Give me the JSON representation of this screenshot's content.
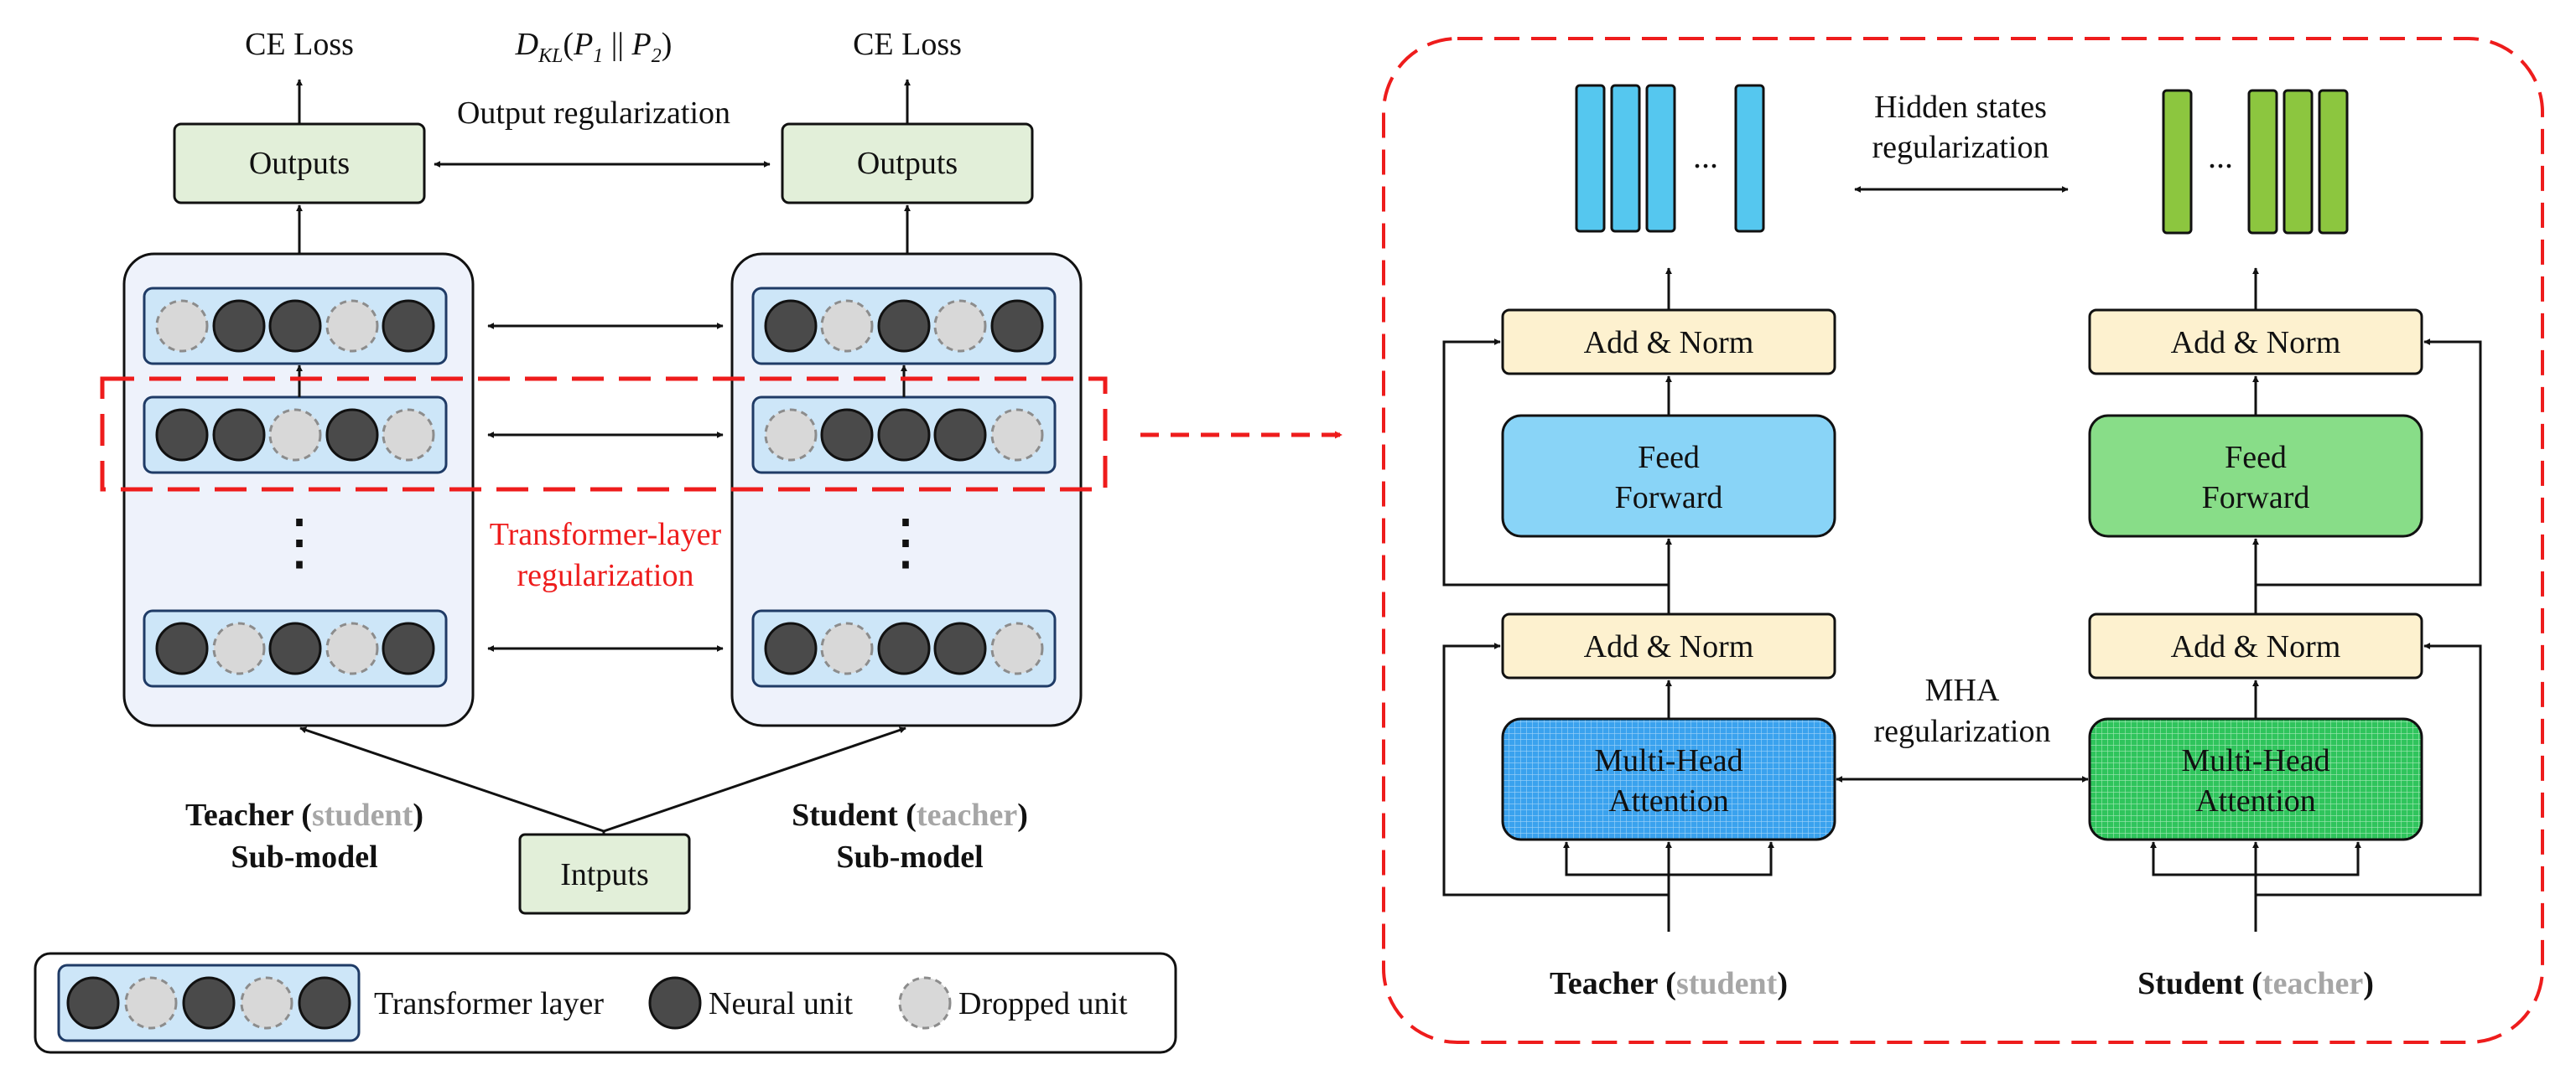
{
  "colors": {
    "submodel_fill": "#eef2fb",
    "layer_fill": "#cde6f8",
    "neural_unit": "#4a4a4a",
    "dropped_unit": "#d8d8d8",
    "outputs_fill": "#e2efd9",
    "red_dashed": "#ee1c1c",
    "add_norm_fill": "#fdf1cf",
    "teacher_ff": "#89d4f7",
    "student_ff": "#88dd88",
    "teacher_mha": "#3aa2ee",
    "student_mha": "#2fc45c",
    "teacher_hidden": "#55c7ef",
    "student_hidden": "#8cc63f",
    "gray_text": "#a6a6a6"
  },
  "left": {
    "ce_loss_left": "CE Loss",
    "ce_loss_right": "CE Loss",
    "kl_d": "D",
    "kl_sub": "KL",
    "kl_open": "(",
    "kl_p1": "P",
    "kl_1": "1",
    "kl_mid": " || ",
    "kl_p2": "P",
    "kl_2": "2",
    "kl_close": ")",
    "output_reg": "Output regularization",
    "outputs_left": "Outputs",
    "outputs_right": "Outputs",
    "transformer_reg_line1": "Transformer-layer",
    "transformer_reg_line2": "regularization",
    "teacher_bold": "Teacher (",
    "teacher_gray": "student",
    "teacher_close": ")",
    "submodel_left": "Sub-model",
    "student_bold": "Student (",
    "student_gray": "teacher",
    "student_close": ")",
    "submodel_right": "Sub-model",
    "inputs": "Intputs",
    "ellipsis": "⋮"
  },
  "legend": {
    "transformer_layer": "Transformer layer",
    "neural_unit": "Neural unit",
    "dropped_unit": "Dropped unit"
  },
  "right": {
    "ellipsis": "...",
    "hidden_reg_line1": "Hidden states",
    "hidden_reg_line2": "regularization",
    "add_norm": "Add & Norm",
    "feed": "Feed",
    "forward": "Forward",
    "multi_head": "Multi-Head",
    "attention": "Attention",
    "mha_reg_line1": "MHA",
    "mha_reg_line2": "regularization",
    "teacher_bold": "Teacher (",
    "teacher_gray": "student",
    "teacher_close": ")",
    "student_bold": "Student (",
    "student_gray": "teacher",
    "student_close": ")"
  }
}
